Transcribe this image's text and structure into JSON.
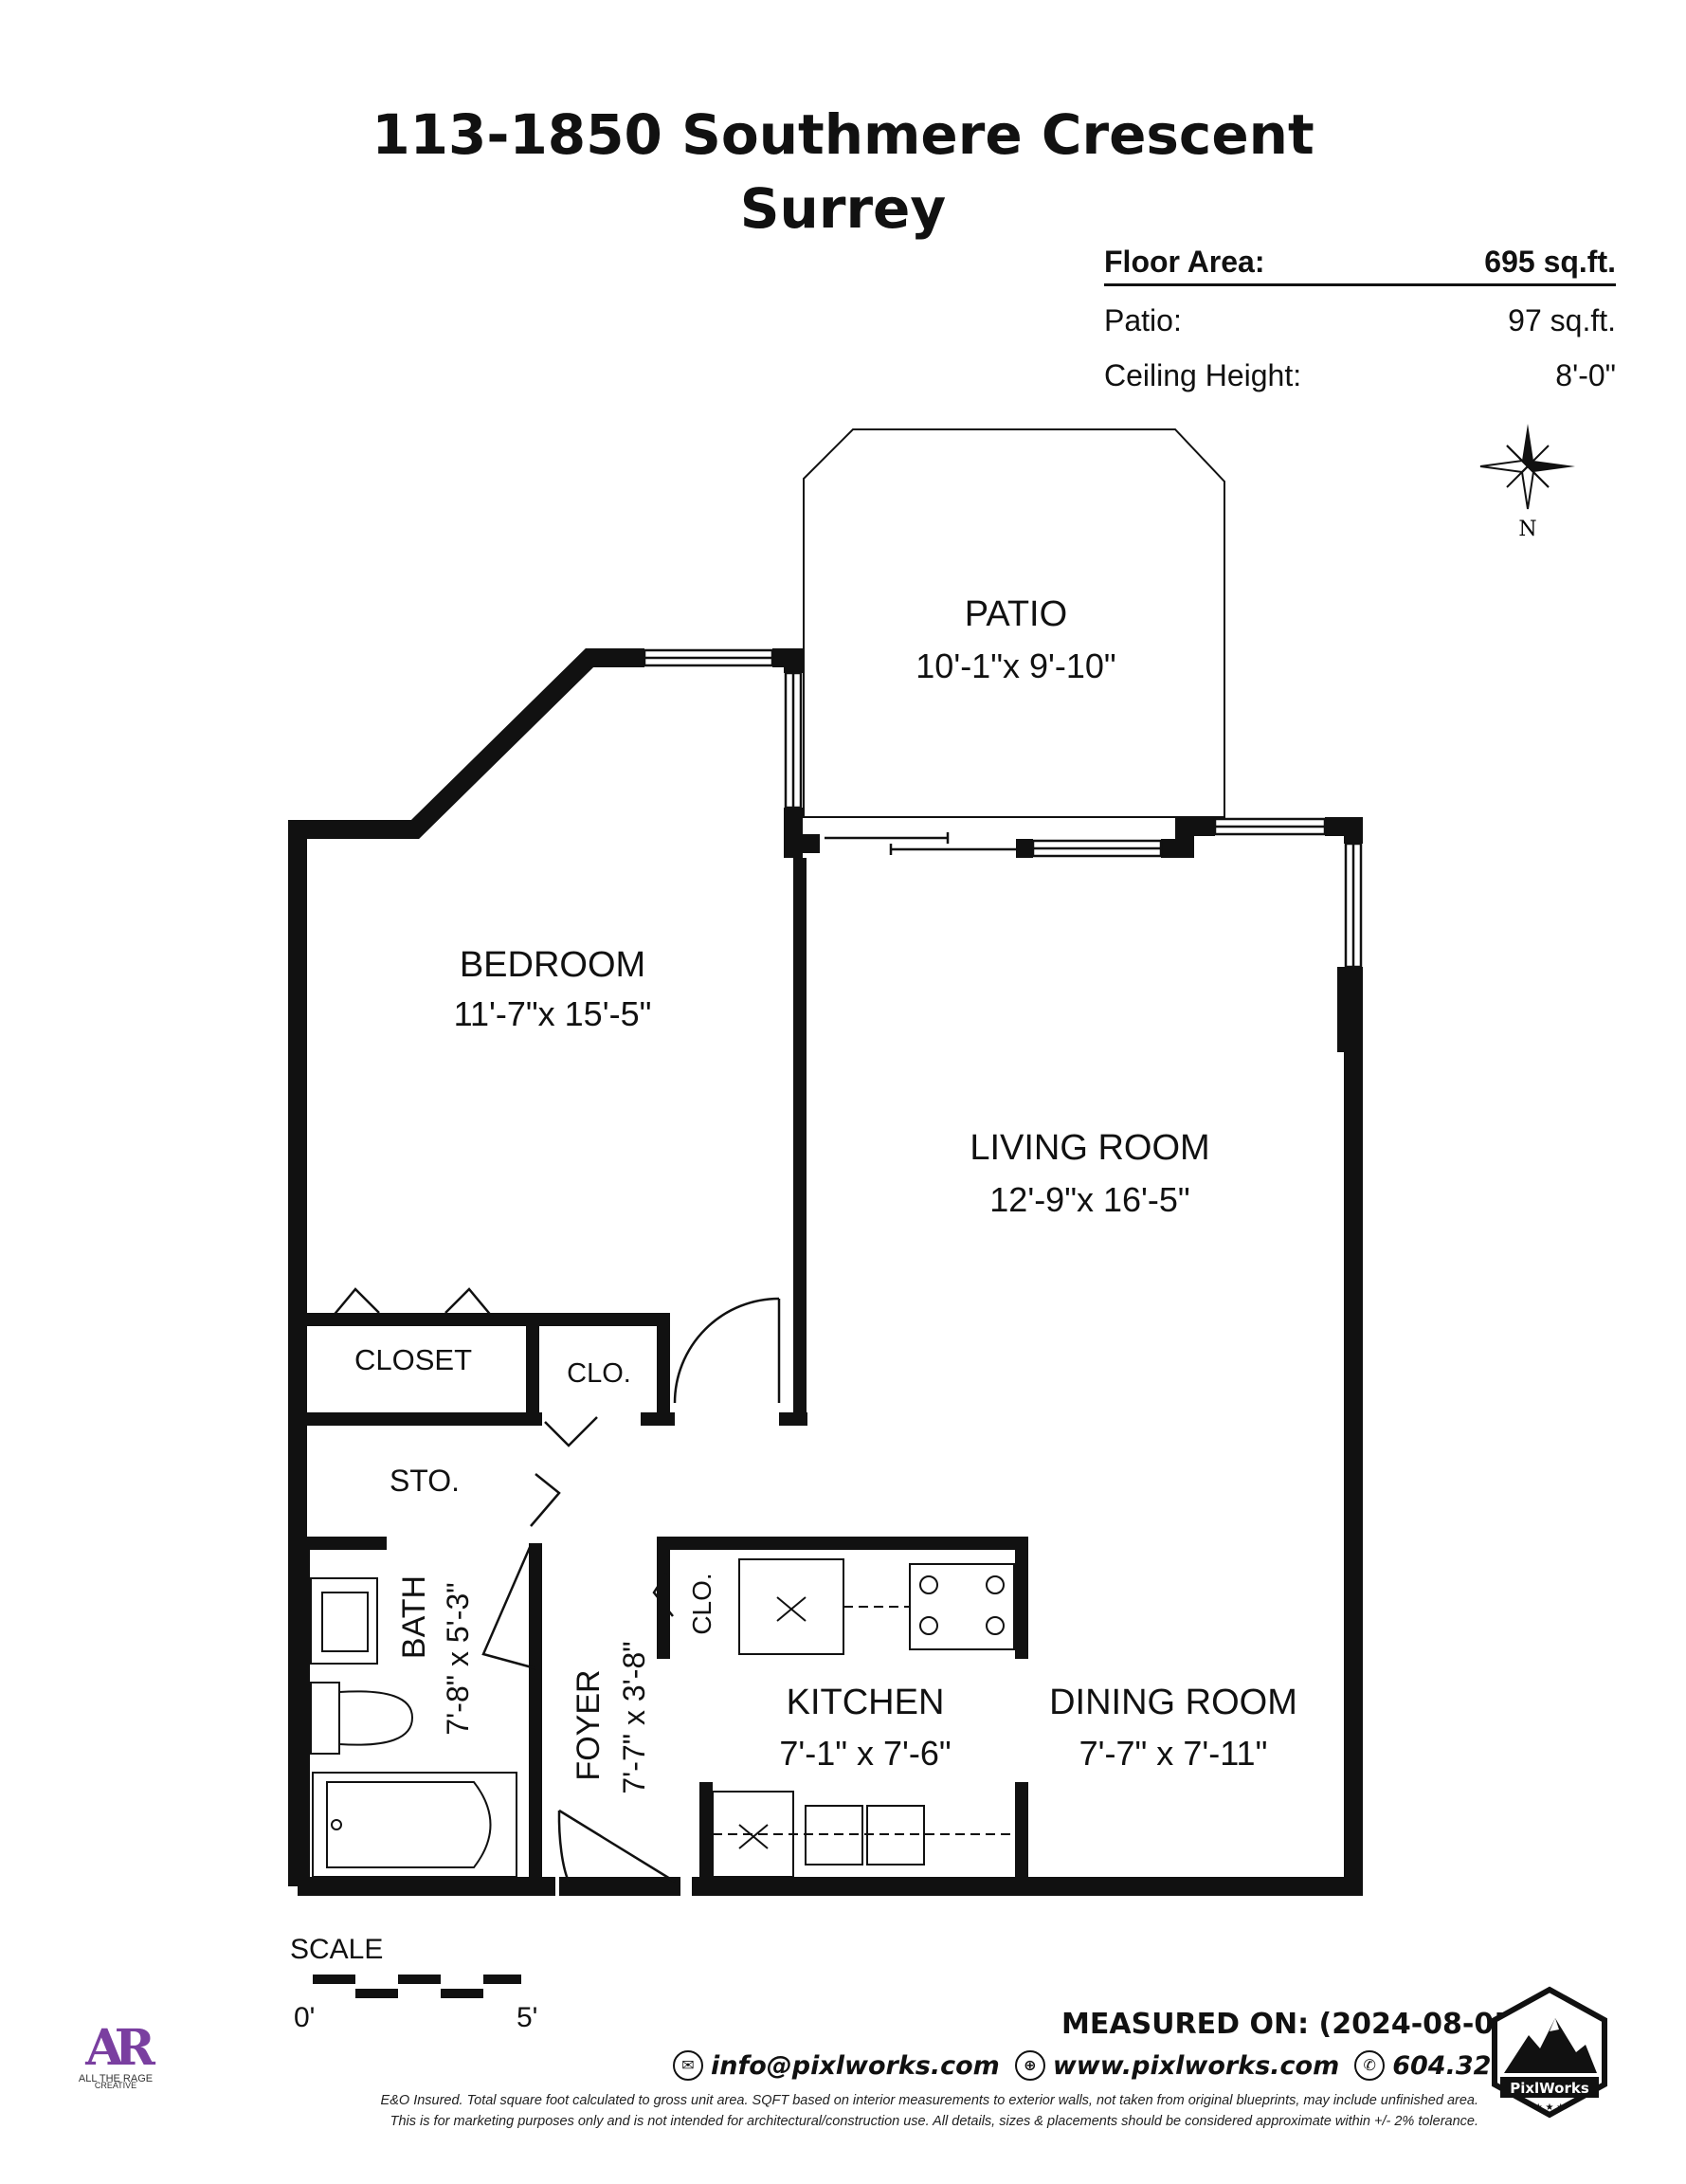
{
  "header": {
    "address_line1": "113-1850 Southmere Crescent",
    "address_line2": "Surrey"
  },
  "stats": [
    {
      "label": "Floor Area:",
      "value": "695 sq.ft."
    },
    {
      "label": "Patio:",
      "value": "97 sq.ft."
    },
    {
      "label": "Ceiling Height:",
      "value": "8'-0\""
    }
  ],
  "compass": {
    "label": "N"
  },
  "rooms": {
    "patio": {
      "name": "PATIO",
      "dims": "10'-1\"x 9'-10\""
    },
    "bedroom": {
      "name": "BEDROOM",
      "dims": "11'-7\"x 15'-5\""
    },
    "living": {
      "name": "LIVING ROOM",
      "dims": "12'-9\"x 16'-5\""
    },
    "closet": {
      "name": "CLOSET"
    },
    "clo1": {
      "name": "CLO."
    },
    "sto": {
      "name": "STO."
    },
    "clo2": {
      "name": "CLO."
    },
    "bath": {
      "name": "BATH",
      "dims": "7'-8\" x 5'-3\""
    },
    "foyer": {
      "name": "FOYER",
      "dims": "7'-7\" x 3'-8\""
    },
    "kitchen": {
      "name": "KITCHEN",
      "dims": "7'-1\"  x  7'-6\""
    },
    "dining": {
      "name": "DINING ROOM",
      "dims": "7'-7\" x 7'-11\""
    }
  },
  "scale": {
    "title": "SCALE",
    "start": "0'",
    "end": "5'"
  },
  "footer": {
    "measured_on": "MEASURED ON: (2024-08-05)",
    "email": "info@pixlworks.com",
    "website": "www.pixlworks.com",
    "phone": "604.329.5788",
    "disclaimer_1": "E&O Insured.  Total square foot calculated to gross unit area. SQFT based on interior measurements to exterior walls, not taken from original blueprints, may include unfinished area.",
    "disclaimer_2": "This is for marketing purposes only and is not intended for architectural/construction use.  All details, sizes & placements should be considered approximate within +/- 2%  tolerance."
  },
  "logos": {
    "left_mark": "AR",
    "left_name": "ALL THE RAGE",
    "left_sub": "CREATIVE",
    "right_name": "PixlWorks"
  }
}
